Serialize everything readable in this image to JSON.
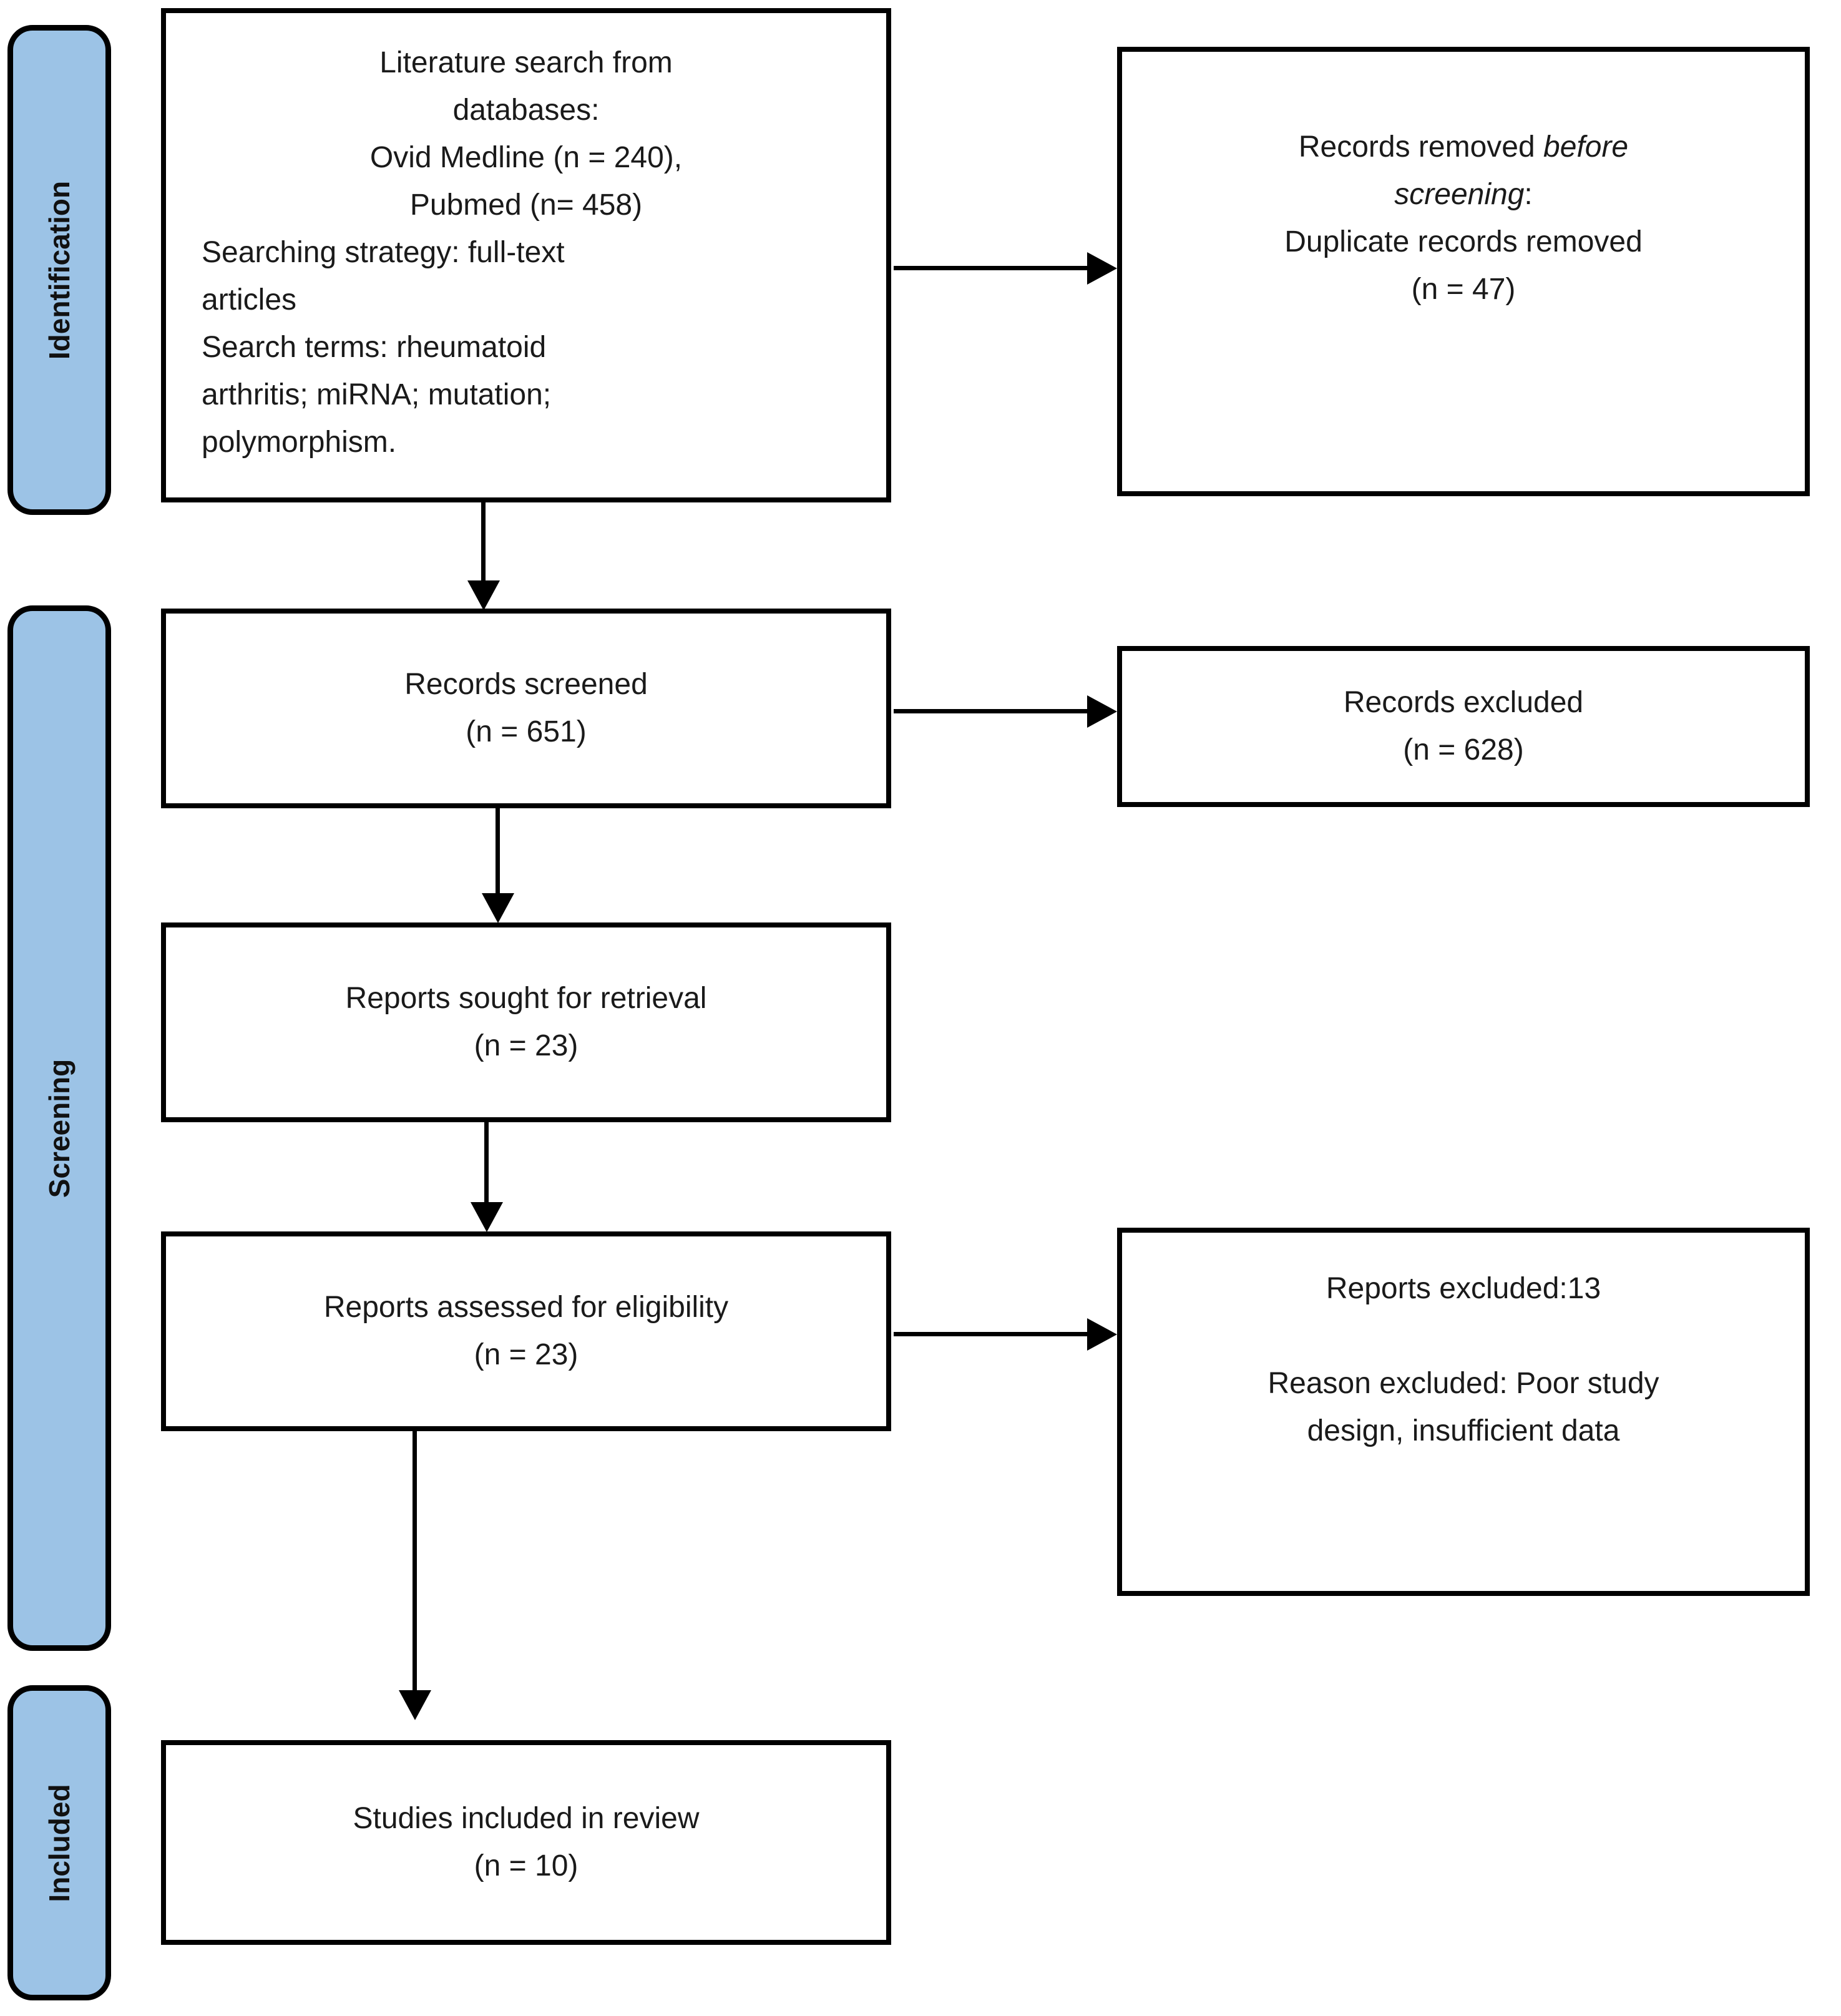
{
  "colors": {
    "sidebar_fill": "#9CC3E6",
    "line_and_border": "#000000",
    "text": "#1A1A1A"
  },
  "stages": [
    {
      "label": "Identification"
    },
    {
      "label": "Screening"
    },
    {
      "label": "Included"
    }
  ],
  "boxes": {
    "literature_search": {
      "centered_lines": [
        "Literature search from",
        "databases:",
        "Ovid Medline (n = 240),",
        "Pubmed (n= 458)"
      ],
      "left_lines": [
        "Searching strategy: full-text",
        "articles",
        "Search terms: rheumatoid",
        "arthritis; miRNA; mutation;",
        "polymorphism."
      ]
    },
    "records_removed": {
      "line1_normal": "Records removed ",
      "line1_italic": "before",
      "line2_italic": "screening",
      "line2_suffix": ":",
      "line3": "Duplicate records removed",
      "line4": "(n = 47)"
    },
    "records_screened": {
      "label": "Records screened",
      "count": "(n = 651)"
    },
    "records_excluded": {
      "label": "Records excluded",
      "count": "(n = 628)"
    },
    "reports_sought": {
      "label": "Reports sought for retrieval",
      "count": "(n = 23)"
    },
    "reports_assessed": {
      "label": "Reports assessed for eligibility",
      "count": "(n = 23)"
    },
    "reports_excluded": {
      "line1": "Reports excluded:13",
      "reason_line1": "Reason excluded: Poor study",
      "reason_line2": "design, insufficient data"
    },
    "studies_included": {
      "label": "Studies included in review",
      "count": "(n = 10)"
    }
  }
}
